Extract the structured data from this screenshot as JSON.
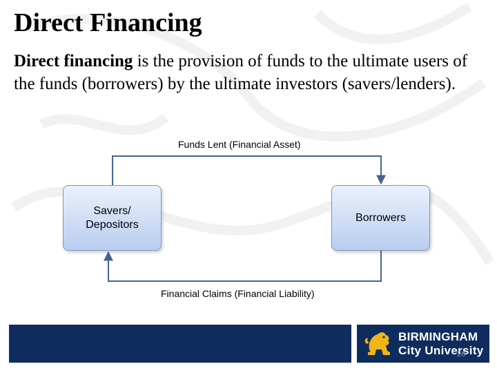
{
  "slide": {
    "title": "Direct Financing",
    "body_bold": "Direct financing",
    "body_rest": " is the provision of funds to the ultimate users of the funds (borrowers) by the ultimate investors (savers/lenders).",
    "page_number": "26"
  },
  "diagram": {
    "savers_label": "Savers/\nDepositors",
    "borrowers_label": "Borrowers",
    "top_flow_label": "Funds Lent (Financial Asset)",
    "bottom_flow_label": "Financial Claims (Financial Liability)"
  },
  "footer": {
    "logo_line1": "BIRMINGHAM",
    "logo_line2": "City University",
    "bar_color": "#0f2c5f"
  },
  "icons": {
    "logo_icon": "lion-crest-icon"
  }
}
